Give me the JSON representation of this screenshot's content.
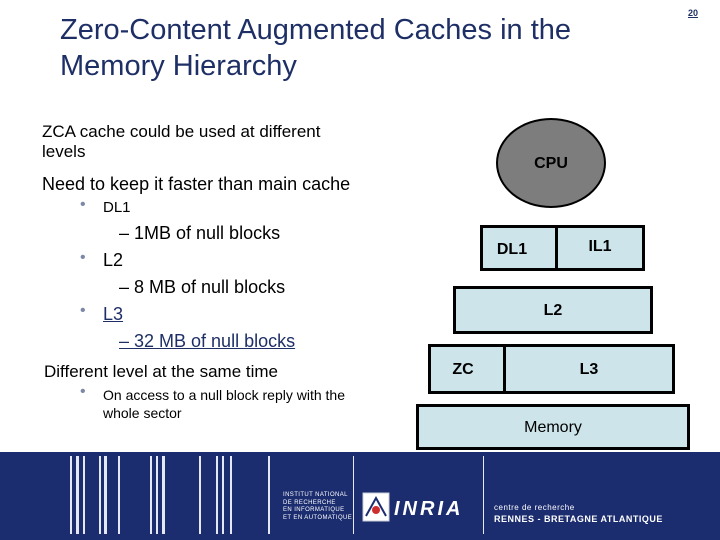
{
  "slide": {
    "title_line1": "Zero-Content Augmented Caches in the",
    "title_line2": "Memory Hierarchy",
    "page_number": "20",
    "text": {
      "levels_line1": "ZCA cache could be used at different",
      "levels_line2": "levels",
      "faster": "Need to keep it faster than main cache",
      "dl1": "DL1",
      "dl1_sub": "– 1MB of null blocks",
      "l2": "L2",
      "l2_sub": "– 8 MB of null blocks",
      "l3": "L3",
      "l3_sub": "– 32 MB of null blocks",
      "same_time": "Different level at the same time",
      "access_line1": "On access to a null block reply with the",
      "access_line2": "whole sector"
    }
  },
  "diagram": {
    "cpu": "CPU",
    "dl1": "DL1",
    "il1": "IL1",
    "l2": "L2",
    "zc": "ZC",
    "l3": "L3",
    "memory": "Memory",
    "fill_color": "#cce4ea",
    "cpu_color": "#7d7d7d"
  },
  "footer": {
    "institut_lines": [
      "INSTITUT NATIONAL",
      "DE RECHERCHE",
      "EN INFORMATIQUE",
      "ET EN AUTOMATIQUE"
    ],
    "logo_text": "INRIA",
    "centre_line1": "centre de recherche",
    "centre_line2": "RENNES - BRETAGNE ATLANTIQUE"
  }
}
